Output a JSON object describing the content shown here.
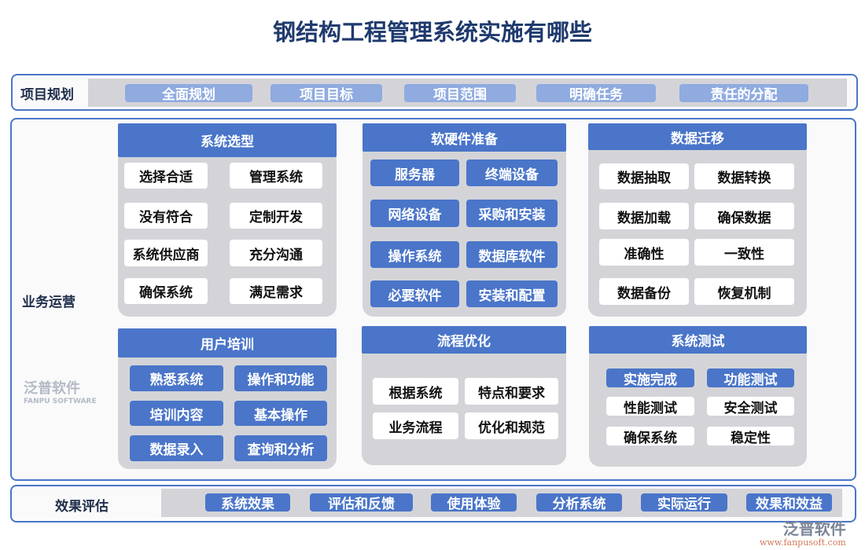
{
  "title": "钢结构工程管理系统实施有哪些",
  "colors": {
    "primary": "#4a75c9",
    "light": "#8fabe0",
    "panel": "#d4d4d8",
    "title": "#1f3a6e"
  },
  "planning": {
    "label": "项目规划",
    "items": [
      "全面规划",
      "项目目标",
      "项目范围",
      "明确任务",
      "责任的分配"
    ]
  },
  "operations": {
    "label": "业务运营",
    "panels": [
      {
        "title": "系统选型",
        "items": [
          "选择合适",
          "管理系统",
          "没有符合",
          "定制开发",
          "系统供应商",
          "充分沟通",
          "确保系统",
          "满足需求"
        ]
      },
      {
        "title": "软硬件准备",
        "items": [
          "服务器",
          "终端设备",
          "网络设备",
          "采购和安装",
          "操作系统",
          "数据库软件",
          "必要软件",
          "安装和配置"
        ]
      },
      {
        "title": "数据迁移",
        "items": [
          "数据抽取",
          "数据转换",
          "数据加载",
          "确保数据",
          "准确性",
          "一致性",
          "数据备份",
          "恢复机制"
        ]
      },
      {
        "title": "用户培训",
        "items": [
          "熟悉系统",
          "操作和功能",
          "培训内容",
          "基本操作",
          "数据录入",
          "查询和分析"
        ]
      },
      {
        "title": "流程优化",
        "items": [
          "根据系统",
          "特点和要求",
          "业务流程",
          "优化和规范"
        ]
      },
      {
        "title": "系统测试",
        "items": [
          "实施完成",
          "功能测试",
          "性能测试",
          "安全测试",
          "确保系统",
          "稳定性"
        ]
      }
    ]
  },
  "evaluation": {
    "label": "效果评估",
    "items": [
      "系统效果",
      "评估和反馈",
      "使用体验",
      "分析系统",
      "实际运行",
      "效果和效益"
    ]
  },
  "watermark": {
    "brand": "泛普软件",
    "url": "www.fanpusoft.com",
    "center_sub": "FANPU SOFTWARE"
  }
}
